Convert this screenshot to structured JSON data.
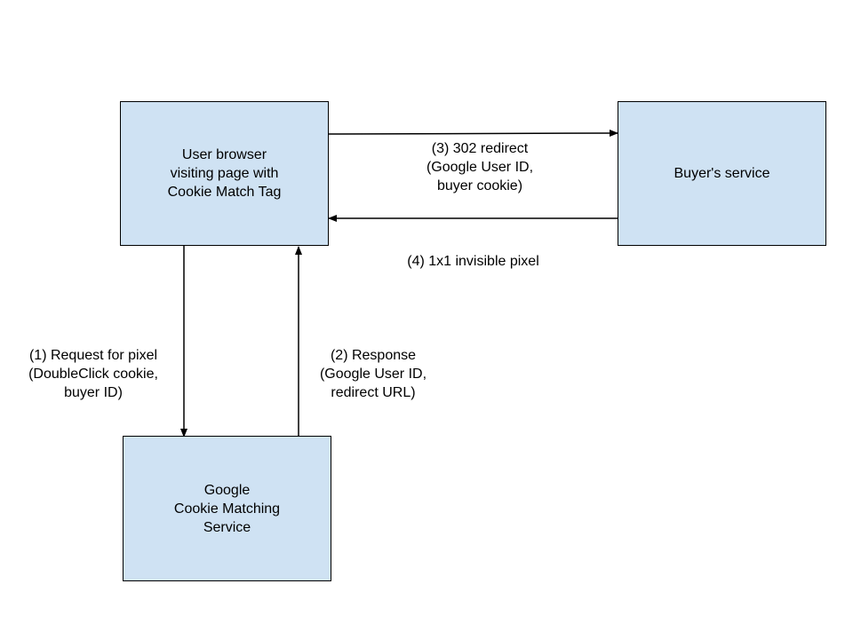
{
  "nodes": {
    "user_browser": "User browser\nvisiting page with\nCookie Match Tag",
    "buyers_service": "Buyer's service",
    "google_service": "Google\nCookie Matching\nService"
  },
  "edges": {
    "request": "(1) Request for pixel\n(DoubleClick cookie,\nbuyer ID)",
    "response": "(2) Response\n(Google User ID,\nredirect URL)",
    "redirect": "(3) 302 redirect\n(Google User ID,\nbuyer cookie)",
    "pixel": "(4) 1x1 invisible pixel"
  },
  "colors": {
    "node_fill": "#cfe2f3",
    "stroke": "#000000"
  }
}
